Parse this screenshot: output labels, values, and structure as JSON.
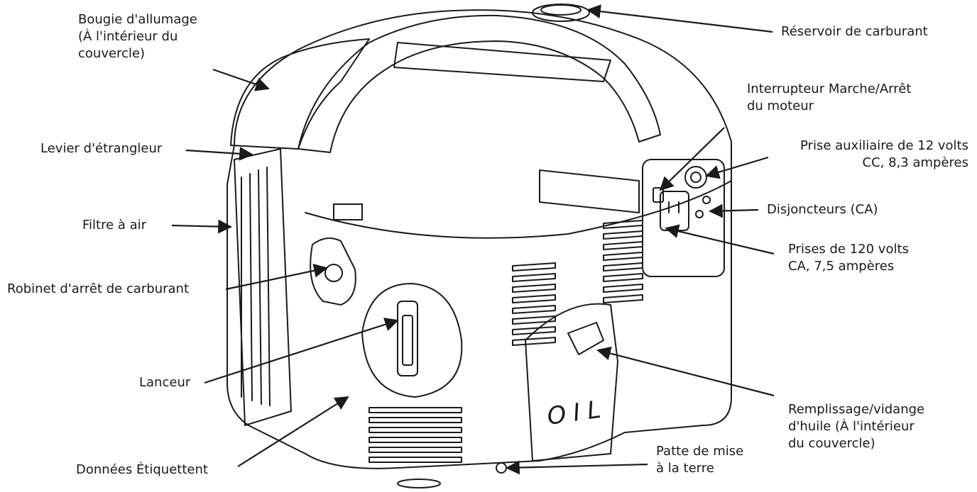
{
  "diagram": {
    "labels": {
      "spark_plug": [
        "Bougie d'allumage",
        "(À l'intérieur du",
        "couvercle)"
      ],
      "fuel_tank": [
        "Réservoir de carburant"
      ],
      "choke_lever": [
        "Levier d'étrangleur"
      ],
      "engine_switch": [
        "Interrupteur Marche/Arrêt",
        "du moteur"
      ],
      "aux_outlet": [
        "Prise auxiliaire de 12 volts",
        "CC, 8,3 ampères"
      ],
      "air_filter": [
        "Filtre à air"
      ],
      "breakers": [
        "Disjoncteurs (CA)"
      ],
      "fuel_valve": [
        "Robinet d'arrêt de carburant"
      ],
      "ac_outlets": [
        "Prises de 120 volts",
        "CA, 7,5 ampères"
      ],
      "starter": [
        "Lanceur"
      ],
      "oil_fill": [
        "Remplissage/vidange",
        "d'huile (À l'intérieur",
        "du couvercle)"
      ],
      "ground_lug": [
        "Patte de mise",
        "à la terre"
      ],
      "data_label": [
        "Données Étiquettent"
      ]
    },
    "oil_cover_text": "OIL"
  }
}
